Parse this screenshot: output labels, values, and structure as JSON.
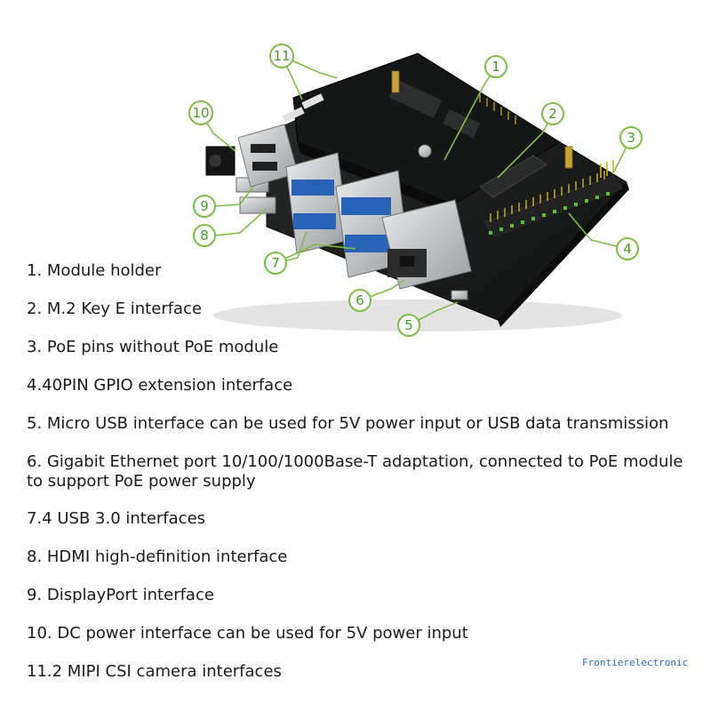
{
  "callouts": [
    "1",
    "2",
    "3",
    "4",
    "5",
    "6",
    "7",
    "8",
    "9",
    "10",
    "11"
  ],
  "features": [
    "1. Module holder",
    "2. M.2 Key E interface",
    "3. PoE pins without PoE module",
    "4.40PIN GPIO extension interface",
    "5. Micro USB interface can be used for 5V power input or USB data transmission",
    "6. Gigabit Ethernet port 10/100/1000Base-T adaptation, connected to PoE module to support PoE power supply",
    "7.4 USB 3.0 interfaces",
    "8. HDMI high-definition interface",
    "9. DisplayPort interface",
    "10. DC power interface can be used for 5V power input",
    "11.2 MIPI CSI camera interfaces"
  ],
  "watermark": "Frontierelectronic",
  "colors": {
    "callout_green": "#7cbe46",
    "board_dark": "#1b1d1c",
    "connector_blue": "#2a63b6",
    "metal": "#c9ccce"
  }
}
